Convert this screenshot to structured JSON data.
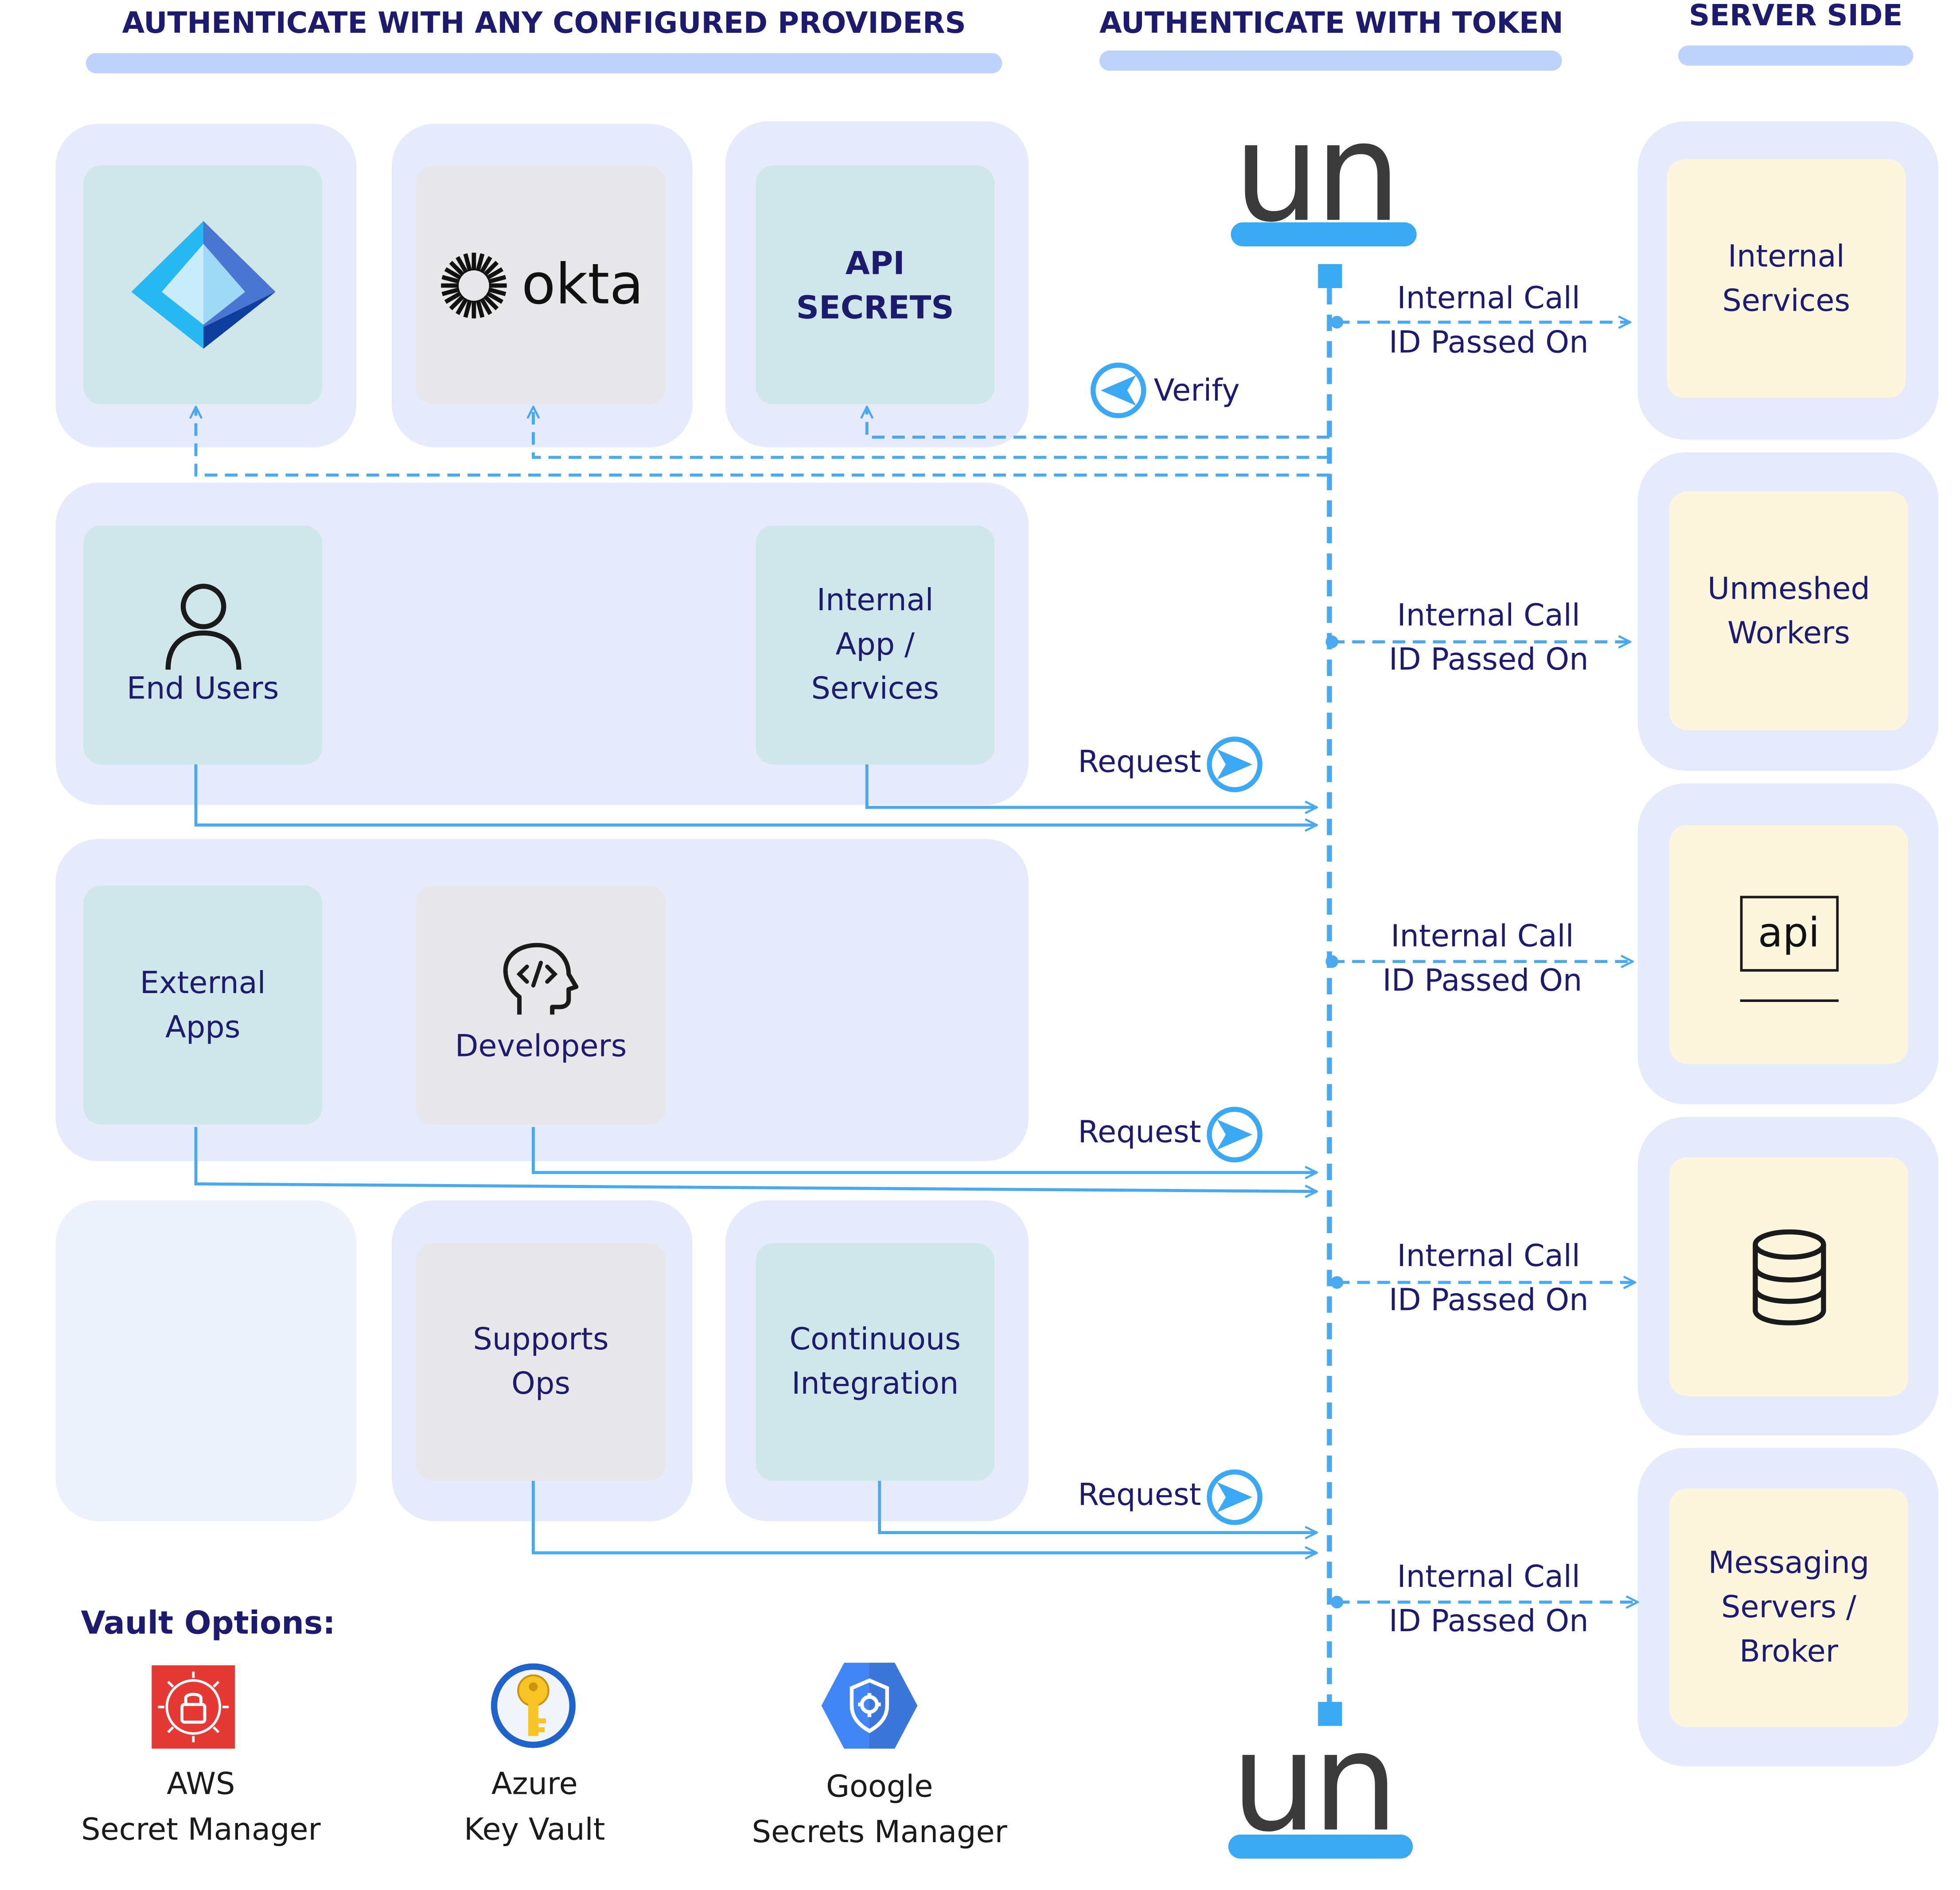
{
  "headers": {
    "providers": "AUTHENTICATE WITH ANY CONFIGURED PROVIDERS",
    "token": "AUTHENTICATE WITH TOKEN",
    "server": "SERVER SIDE"
  },
  "providers": {
    "okta_wordmark": "okta",
    "api_secrets_line1": "API",
    "api_secrets_line2": "SECRETS"
  },
  "clients": {
    "end_users": "End Users",
    "internal_app_line1": "Internal",
    "internal_app_line2": "App /",
    "internal_app_line3": "Services",
    "external_apps_line1": "External",
    "external_apps_line2": "Apps",
    "developers": "Developers",
    "supports_ops_line1": "Supports",
    "supports_ops_line2": "Ops",
    "ci_line1": "Continuous",
    "ci_line2": "Integration"
  },
  "flow": {
    "verify": "Verify",
    "request": "Request",
    "internal_call": "Internal Call",
    "id_passed_on": "ID Passed On"
  },
  "gateway": {
    "logo_text": "un"
  },
  "server": {
    "internal_services_line1": "Internal",
    "internal_services_line2": "Services",
    "unmeshed_workers_line1": "Unmeshed",
    "unmeshed_workers_line2": "Workers",
    "api_icon_text": "api",
    "messaging_line1": "Messaging",
    "messaging_line2": "Servers /",
    "messaging_line3": "Broker"
  },
  "vault": {
    "title": "Vault Options:",
    "aws_line1": "AWS",
    "aws_line2": "Secret Manager",
    "azure_line1": "Azure",
    "azure_line2": "Key Vault",
    "google_line1": "Google",
    "google_line2": "Secrets Manager"
  },
  "colors": {
    "accent_blue": "#3aa8f2",
    "arrow_blue": "#4aa8ee",
    "navy_text": "#1c1b6e",
    "panel_bg": "#e5ebfb",
    "teal_card": "#cfe6eb",
    "gray_card": "#e7e7ea",
    "cream_card": "#fdf6de",
    "aws_red": "#e53935",
    "azure_yellow": "#f7c325",
    "google_blue": "#4285f4"
  }
}
